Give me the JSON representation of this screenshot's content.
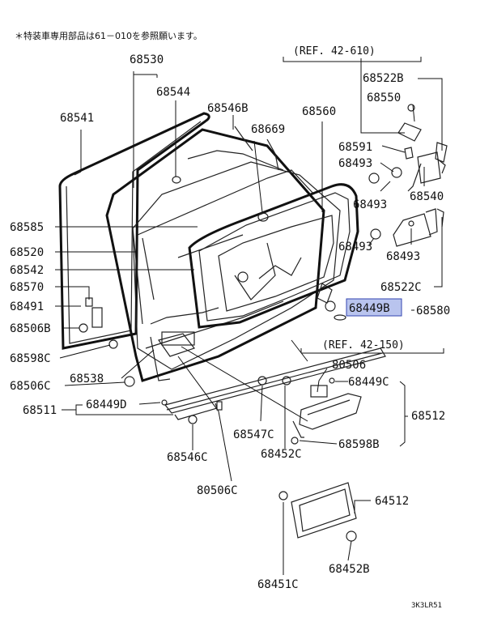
{
  "note": "＊特装車専用部品は61－010を参照願います。",
  "refs": {
    "top": "(REF.  42-610)",
    "mid": "(REF.  42-150)"
  },
  "diagram_code": "3K3LR51",
  "highlighted_part": "68449B",
  "labels": {
    "l68530": "68530",
    "l68544": "68544",
    "l68541": "68541",
    "l68546B": "68546B",
    "l68669": "68669",
    "l68560": "68560",
    "l68522B": "68522B",
    "l68550": "68550",
    "l68591": "68591",
    "l68493a": "68493",
    "l68493b": "68493",
    "l68540": "68540",
    "l68493c": "68493",
    "l68493d": "68493",
    "l68522C": "68522C",
    "l68585": "68585",
    "l68520": "68520",
    "l68542": "68542",
    "l68570": "68570",
    "l68491": "68491",
    "l68506B": "68506B",
    "l68598C": "68598C",
    "l68538": "68538",
    "l68506C": "68506C",
    "l68449B": "68449B",
    "l68580": "68580",
    "l80506a": "80506",
    "l68449C": "68449C",
    "l68511": "68511",
    "l68449D": "68449D",
    "l68512": "68512",
    "l68547C": "68547C",
    "l68598B": "68598B",
    "l68452C": "68452C",
    "l68546C": "68546C",
    "l80506C": "80506C",
    "l64512": "64512",
    "l68452B": "68452B",
    "l68451C": "68451C"
  }
}
